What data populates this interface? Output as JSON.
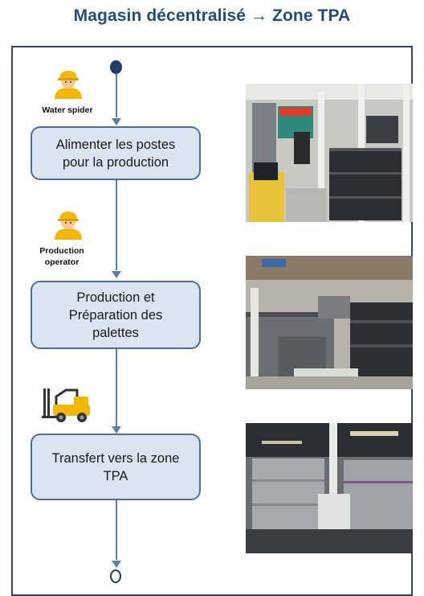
{
  "title": "Magasin décentralisé → Zone TPA",
  "roles": [
    {
      "label": "Water spider",
      "icon": "worker-icon"
    },
    {
      "label": "Production operator",
      "icon": "worker-icon"
    },
    {
      "label": "",
      "icon": "forklift-icon"
    }
  ],
  "steps": [
    {
      "label": "Alimenter les postes pour la production"
    },
    {
      "label": "Production et Préparation des palettes"
    },
    {
      "label": "Transfert vers la zone TPA"
    }
  ],
  "photos": [
    {
      "subject": "line-side supply workstation photo"
    },
    {
      "subject": "stacked grey pallet crates photo"
    },
    {
      "subject": "warehouse TPA zone photo"
    }
  ],
  "colors": {
    "title": "#1f4e79",
    "step_fill": "#dbe5f1",
    "step_border": "#4a6f9a",
    "flow_line": "#5b7fa8",
    "start_node": "#1f3d66",
    "worker_helmet": "#f2b705",
    "forklift": "#f2b705"
  }
}
